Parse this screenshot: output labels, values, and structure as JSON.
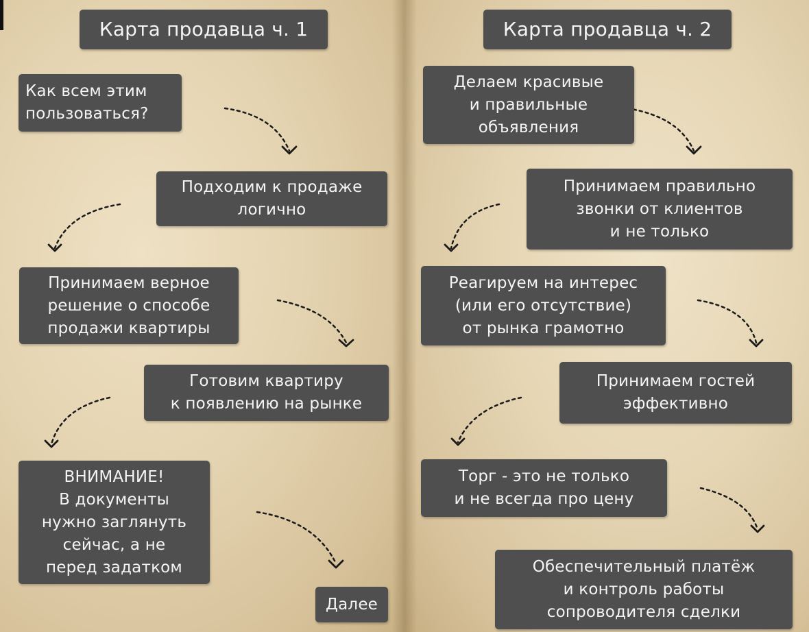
{
  "left": {
    "title": "Карта продавца ч. 1",
    "steps": [
      "Как всем этим\n пользоваться?",
      "Подходим к продаже\nлогично",
      "Принимаем верное\nрешение о способе\nпродажи квартиры",
      "Готовим квартиру\nк появлению на рынке",
      "ВНИМАНИЕ!\nВ документы\nнужно заглянуть\nсейчас, а не\nперед задатком"
    ],
    "next": "Далее"
  },
  "right": {
    "title": "Карта продавца ч. 2",
    "steps": [
      "Делаем красивые\nи правильные\nобъявления",
      "Принимаем правильно\nзвонки от клиентов\nи не только",
      "Реагируем на интерес\n(или его отсутствие)\nот рынка грамотно",
      "Принимаем гостей\nэффективно",
      "Торг - это не только\nи не всегда про цену",
      "Обеспечительный платёж\nи контроль работы\nсопроводителя сделки"
    ]
  }
}
